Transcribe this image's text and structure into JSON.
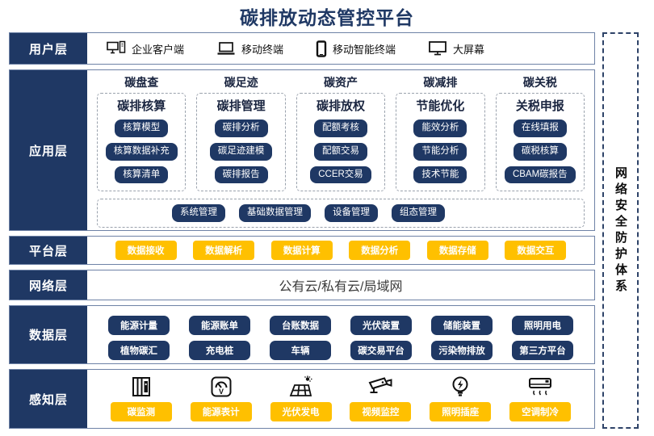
{
  "title": "碳排放动态管控平台",
  "security_sidebar": {
    "label": "网络安全防护体系"
  },
  "colors": {
    "navy": "#1F3864",
    "yellow": "#FFC000",
    "band_border": "#6e82a6",
    "title": "#1F3864"
  },
  "layers": {
    "user": {
      "label": "用户层",
      "items": [
        {
          "icon": "desktop-client-icon",
          "label": "企业客户端"
        },
        {
          "icon": "laptop-icon",
          "label": "移动终端"
        },
        {
          "icon": "smartphone-icon",
          "label": "移动智能终端"
        },
        {
          "icon": "big-screen-icon",
          "label": "大屏幕"
        }
      ]
    },
    "application": {
      "label": "应用层",
      "columns": [
        {
          "header": "碳盘查",
          "subheader": "碳排核算",
          "items": [
            "核算模型",
            "核算数据补充",
            "核算清单"
          ]
        },
        {
          "header": "碳足迹",
          "subheader": "碳排管理",
          "items": [
            "碳排分析",
            "碳足迹建模",
            "碳排报告"
          ]
        },
        {
          "header": "碳资产",
          "subheader": "碳排放权",
          "items": [
            "配额考核",
            "配额交易",
            "CCER交易"
          ]
        },
        {
          "header": "碳减排",
          "subheader": "节能优化",
          "items": [
            "能效分析",
            "节能分析",
            "技术节能"
          ]
        },
        {
          "header": "碳关税",
          "subheader": "关税申报",
          "items": [
            "在线填报",
            "碳税核算",
            "CBAM碳报告"
          ]
        }
      ],
      "common_items": [
        "系统管理",
        "基础数据管理",
        "设备管理",
        "组态管理"
      ]
    },
    "platform": {
      "label": "平台层",
      "items": [
        "数据接收",
        "数据解析",
        "数据计算",
        "数据分析",
        "数据存储",
        "数据交互"
      ]
    },
    "network": {
      "label": "网络层",
      "text": "公有云/私有云/局域网"
    },
    "data": {
      "label": "数据层",
      "rows": [
        [
          "能源计量",
          "能源账单",
          "台账数据",
          "光伏装置",
          "储能装置",
          "照明用电"
        ],
        [
          "植物碳汇",
          "充电桩",
          "车辆",
          "碳交易平台",
          "污染物排放",
          "第三方平台"
        ]
      ]
    },
    "perception": {
      "label": "感知层",
      "items": [
        {
          "icon": "carbon-monitor-icon",
          "label": "碳监测"
        },
        {
          "icon": "energy-meter-icon",
          "label": "能源表计"
        },
        {
          "icon": "solar-power-icon",
          "label": "光伏发电"
        },
        {
          "icon": "cctv-camera-icon",
          "label": "视频监控"
        },
        {
          "icon": "lighting-socket-icon",
          "label": "照明插座"
        },
        {
          "icon": "air-conditioner-icon",
          "label": "空调制冷"
        }
      ]
    }
  }
}
